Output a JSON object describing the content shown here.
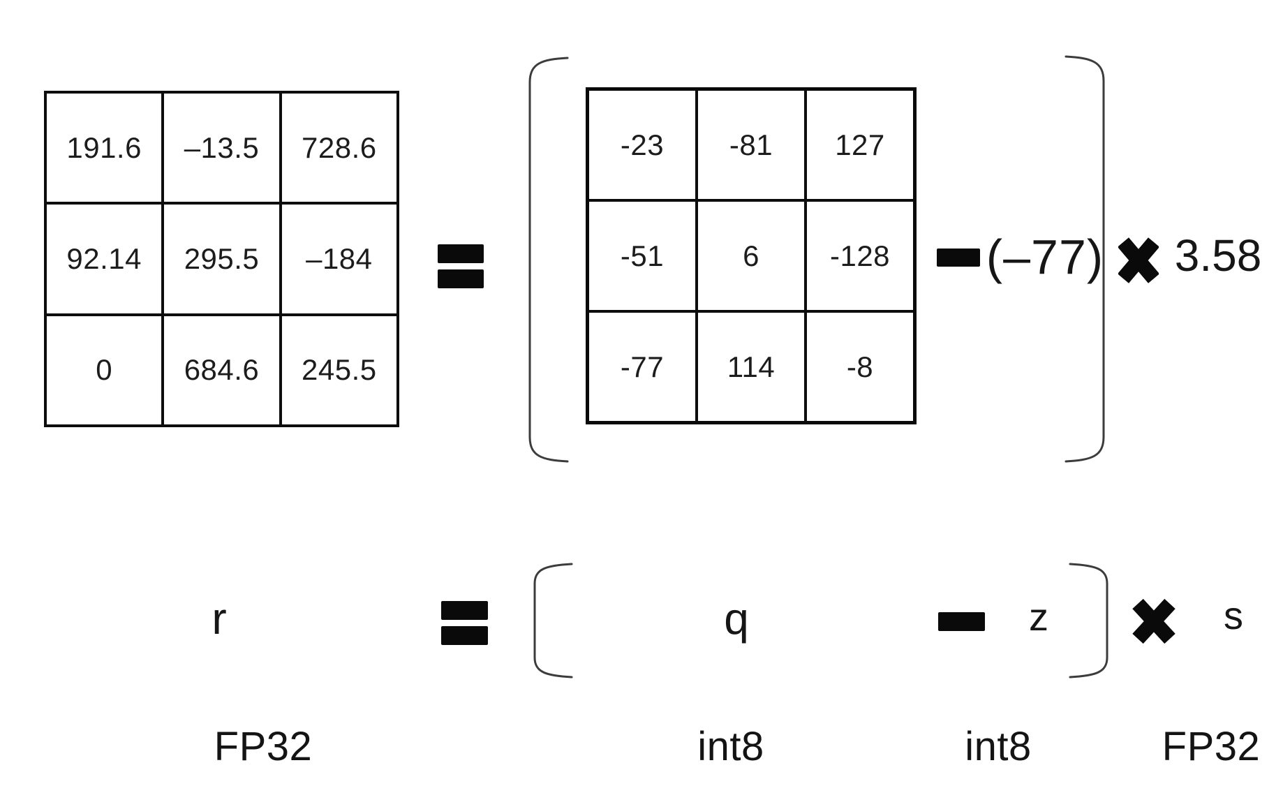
{
  "diagram": {
    "description": "Quantization equation: FP32 matrix equals (int8 matrix minus zero-point) times scale"
  },
  "matrices": {
    "fp32": {
      "rows": [
        [
          "191.6",
          "–13.5",
          "728.6"
        ],
        [
          "92.14",
          "295.5",
          "–184"
        ],
        [
          "0",
          "684.6",
          "245.5"
        ]
      ]
    },
    "int8": {
      "rows": [
        [
          "-23",
          "-81",
          "127"
        ],
        [
          "-51",
          "6",
          "-128"
        ],
        [
          "-77",
          "114",
          "-8"
        ]
      ]
    }
  },
  "row1": {
    "zero_point": "(–77)",
    "scale": "3.58"
  },
  "symbols": {
    "real": "r",
    "quantized": "q",
    "zero_point": "z",
    "scale": "s"
  },
  "labels": {
    "fp32_left": "FP32",
    "int8_q": "int8",
    "int8_z": "int8",
    "fp32_s": "FP32"
  },
  "operators": {
    "equals": "=",
    "minus": "−",
    "multiply": "✖"
  },
  "colors": {
    "background": "#ffffff",
    "text": "#161616",
    "matrix_border": "#0a0a0a",
    "bracket": "#3c3c3c"
  }
}
